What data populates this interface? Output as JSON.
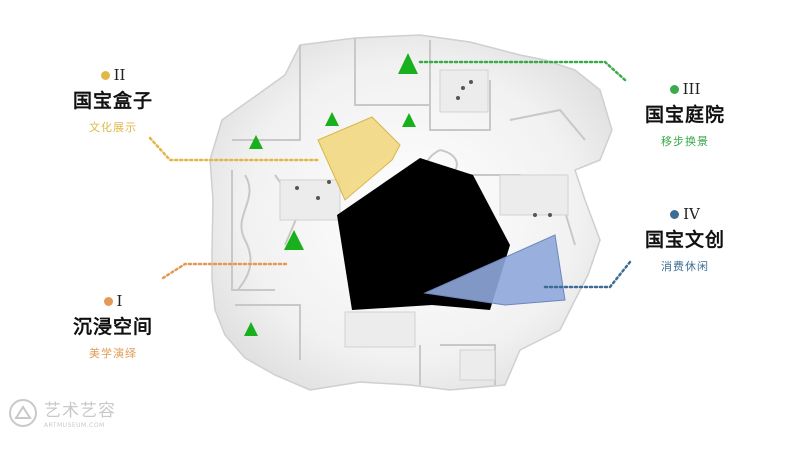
{
  "zones": [
    {
      "numeral": "II",
      "title": "国宝盒子",
      "subtitle": "文化展示",
      "color": "#e0b84a"
    },
    {
      "numeral": "III",
      "title": "国宝庭院",
      "subtitle": "移步换景",
      "color": "#3aaa4a"
    },
    {
      "numeral": "IV",
      "title": "国宝文创",
      "subtitle": "消费休闲",
      "color": "#3d6d94"
    },
    {
      "numeral": "I",
      "title": "沉浸空间",
      "subtitle": "美学演绎",
      "color": "#e39a56"
    }
  ],
  "colors": {
    "box_zone_fill": "#f2d67a",
    "shop_zone_fill": "#8fa9dc",
    "core_fill": "#000000",
    "marker_green": "#19b01e",
    "floor_wall": "#dcdcdc"
  },
  "watermark": {
    "text": "艺术艺容",
    "sub": "ARTMUSEUM.COM",
    "icon": "museum-seal-icon"
  }
}
